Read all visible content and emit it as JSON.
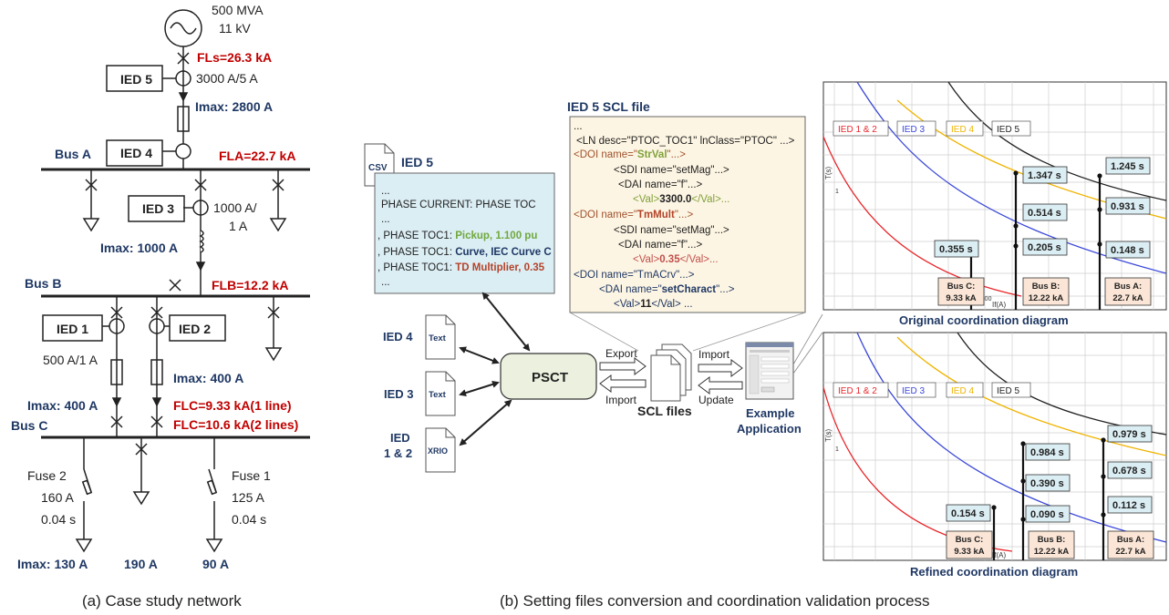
{
  "network": {
    "source_mva": "500 MVA",
    "source_kv": "11 kV",
    "fls": "FLs=26.3 kA",
    "ied5": "IED 5",
    "ct5": "3000 A/5 A",
    "imax_2800": "Imax: 2800 A",
    "bus_a": "Bus A",
    "ied4": "IED 4",
    "fla": "FLA=22.7 kA",
    "ied3": "IED 3",
    "ct3_a": "1000 A/",
    "ct3_b": "1 A",
    "imax_1000": "Imax: 1000 A",
    "bus_b": "Bus B",
    "flb": "FLB=12.2 kA",
    "ied1": "IED 1",
    "ied2": "IED 2",
    "ct1": "500 A/1 A",
    "imax_400_r": "Imax: 400 A",
    "imax_400_l": "Imax: 400 A",
    "flc1": "FLC=9.33 kA(1 line)",
    "flc2": "FLC=10.6 kA(2 lines)",
    "bus_c": "Bus C",
    "fuse2_name": "Fuse 2",
    "fuse2_i": "160 A",
    "fuse2_t": "0.04 s",
    "fuse1_name": "Fuse 1",
    "fuse1_i": "125 A",
    "fuse1_t": "0.04 s",
    "imax_130": "Imax: 130 A",
    "load_190": "190 A",
    "load_90": "90 A",
    "caption": "(a) Case study network"
  },
  "conversion": {
    "csv_icon": "CSV",
    "ied5_title": "IED 5",
    "csv_lines": [
      "...",
      "PHASE CURRENT: PHASE TOC",
      "..."
    ],
    "toc_prefix": ", PHASE TOC1: ",
    "toc_pickup": "Pickup, 1.100 pu",
    "toc_curve": "Curve, IEC Curve C",
    "toc_tdm": "TD Multiplier, 0.35",
    "csv_end": "...",
    "scl_title": "IED 5 SCL file",
    "scl": {
      "l1": "...",
      "l2": "<LN desc=\"PTOC_TOC1\"  lnClass=\"PTOC\" ...>",
      "l3a": "<DOI  name=\"",
      "l3b": "StrVal",
      "l3c": "\"...>",
      "l4": "<SDI name=\"setMag\"...>",
      "l5": "<DAI name=\"f\"...>",
      "l6a": "<Val>",
      "l6b": "3300.0",
      "l6c": "</Val>...",
      "l7a": "<DOI name=\"",
      "l7b": "TmMult",
      "l7c": "\"...>",
      "l8": "<SDI name=\"setMag\"...>",
      "l9": "<DAI name=\"f\"...>",
      "l10a": "<Val>",
      "l10b": "0.35",
      "l10c": "</Val>...",
      "l11": "<DOI name=\"TmACrv\"...>",
      "l12a": "<DAI  name=\"",
      "l12b": "setCharact",
      "l12c": "\"...>",
      "l13a": "<Val>",
      "l13b": "11",
      "l13c": "</Val> ..."
    },
    "ied4": "IED 4",
    "ied3": "IED 3",
    "ied12_a": "IED",
    "ied12_b": "1 & 2",
    "text_icon": "Text",
    "xrio_icon": "XRIO",
    "psct": "PSCT",
    "export": "Export",
    "import_left": "Import",
    "import_right": "Import",
    "update": "Update",
    "scl_files": "SCL files",
    "example_a": "Example",
    "example_b": "Application",
    "caption": "(b) Setting files conversion and coordination validation process"
  },
  "diagrams": {
    "top": {
      "caption": "Original coordination diagram",
      "times_black": [
        "1.245 s",
        "0.931 s",
        "0.148 s"
      ],
      "times_blue": [
        "1.347 s",
        "0.514 s",
        "0.205 s"
      ],
      "time_bus_c": "0.355 s"
    },
    "bottom": {
      "caption": "Refined coordination diagram",
      "times_black": [
        "0.979 s",
        "0.678 s",
        "0.112 s"
      ],
      "times_blue": [
        "0.984 s",
        "0.390 s",
        "0.090 s"
      ],
      "time_bus_c": "0.154 s"
    },
    "legend": [
      "IED 1 & 2",
      "IED 3",
      "IED 4",
      "IED 5"
    ],
    "legend_colors": [
      "#e8262b",
      "#3a47d8",
      "#f0b400",
      "#222222"
    ],
    "bus_c": [
      "Bus C:",
      "9.33 kA"
    ],
    "bus_b": [
      "Bus B:",
      "12.22 kA"
    ],
    "bus_a": [
      "Bus A:",
      "22.7 kA"
    ],
    "x_tick": "10000",
    "x_label": "If(A)",
    "y_label": "T(s)",
    "y_tick": "1"
  }
}
